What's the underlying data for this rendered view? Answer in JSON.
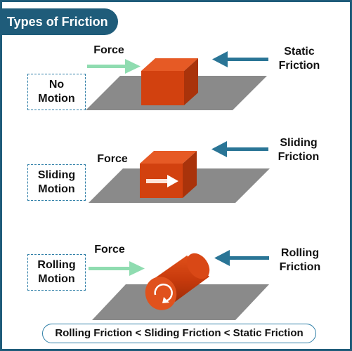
{
  "title": "Types of Friction",
  "colors": {
    "accent": "#1f5c7a",
    "box_border": "#2f7fa7",
    "block": "#d2410f",
    "plane": "#8a8a8a",
    "force_arrow": "#8fdcb0",
    "friction_arrow": "#2a7596"
  },
  "icons": [
    "force-arrow-icon",
    "friction-arrow-icon",
    "block-icon",
    "cylinder-icon",
    "rotation-icon"
  ],
  "panels": [
    {
      "label_line1": "No",
      "label_line2": "Motion",
      "force": "Force",
      "friction_line1": "Static",
      "friction_line2": "Friction"
    },
    {
      "label_line1": "Sliding",
      "label_line2": "Motion",
      "force": "Force",
      "friction_line1": "Sliding",
      "friction_line2": "Friction"
    },
    {
      "label_line1": "Rolling",
      "label_line2": "Motion",
      "force": "Force",
      "friction_line1": "Rolling",
      "friction_line2": "Friction"
    }
  ],
  "footer": "Rolling Friction < Sliding Friction < Static Friction"
}
